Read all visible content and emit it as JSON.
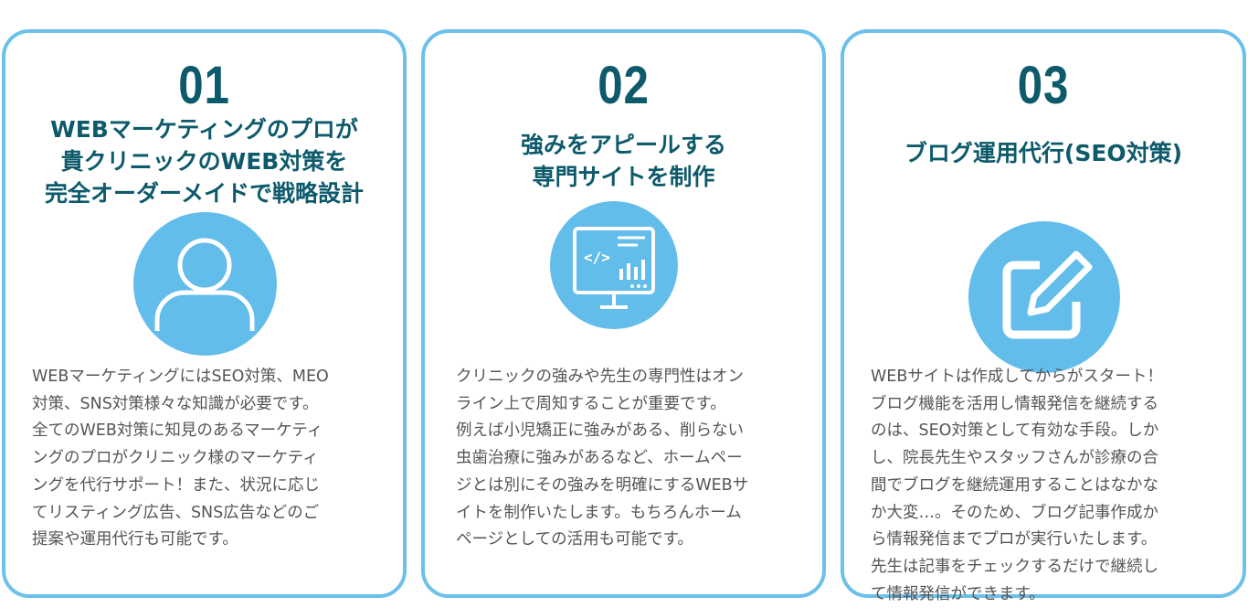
{
  "colors": {
    "border": "#6cc0ea",
    "title": "#0d5a6b",
    "circle": "#62bdea",
    "text": "#555555"
  },
  "cards": [
    {
      "number": "01",
      "title_lines": [
        "WEBマーケティングのプロが",
        "貴クリニックのWEB対策を",
        "完全オーダーメイドで戦略設計"
      ],
      "icon": "user-icon",
      "body_lines": [
        "WEBマーケティングにはSEO対策、MEO",
        "対策、SNS対策様々な知識が必要です。",
        "全てのWEB対策に知見のあるマーケティ",
        "ングのプロがクリニック様のマーケティ",
        "ングを代行サポート！また、状況に応じ",
        "てリスティング広告、SNS広告などのご",
        "提案や運用代行も可能です。"
      ]
    },
    {
      "number": "02",
      "title_lines": [
        "強みをアピールする",
        "専門サイトを制作"
      ],
      "icon": "monitor-code-icon",
      "body_lines": [
        "クリニックの強みや先生の専門性はオン",
        "ライン上で周知することが重要です。",
        "例えば小児矯正に強みがある、削らない",
        "虫歯治療に強みがあるなど、ホームペー",
        "ジとは別にその強みを明確にするWEBサ",
        "イトを制作いたします。もちろんホーム",
        "ページとしての活用も可能です。"
      ]
    },
    {
      "number": "03",
      "title_lines": [
        "ブログ運用代行(SEO対策)"
      ],
      "icon": "edit-icon",
      "body_lines": [
        "WEBサイトは作成してからがスタート！",
        "ブログ機能を活用し情報発信を継続する",
        "のは、SEO対策として有効な手段。しか",
        "し、院長先生やスタッフさんが診療の合",
        "間でブログを継続運用することはなかな",
        "か大変…。そのため、ブログ記事作成か",
        "ら情報発信までプロが実行いたします。",
        "先生は記事をチェックするだけで継続し",
        "て情報発信ができます。"
      ]
    }
  ]
}
